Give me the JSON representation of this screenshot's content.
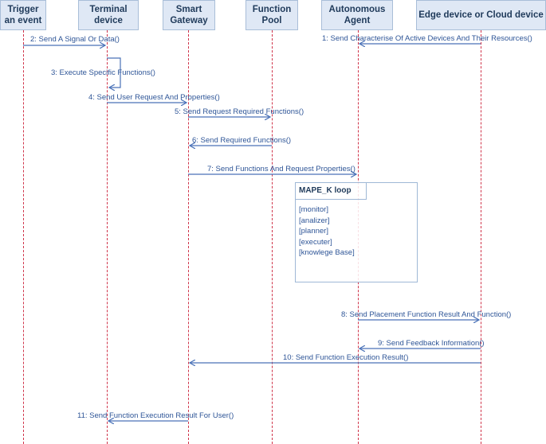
{
  "lifelines": [
    {
      "id": "trigger",
      "label": "Trigger\nan event"
    },
    {
      "id": "terminal",
      "label": "Terminal\ndevice"
    },
    {
      "id": "gateway",
      "label": "Smart\nGateway"
    },
    {
      "id": "pool",
      "label": "Function\nPool"
    },
    {
      "id": "agent",
      "label": "Autonomous\nAgent"
    },
    {
      "id": "edge",
      "label": "Edge device or Cloud device"
    }
  ],
  "messages": [
    {
      "id": "m1",
      "label": "1: Send Characterise Of Active Devices And Their Resources()"
    },
    {
      "id": "m2",
      "label": "2: Send A Signal Or Data()"
    },
    {
      "id": "m3",
      "label": "3: Execute Specific Functions()"
    },
    {
      "id": "m4",
      "label": "4: Send User Request And Properties()"
    },
    {
      "id": "m5",
      "label": "5: Send  Request Required Functions()"
    },
    {
      "id": "m6",
      "label": "6: Send Required Functions()"
    },
    {
      "id": "m7",
      "label": "7: Send Functions And Request Properties()"
    },
    {
      "id": "m8",
      "label": "8: Send Placement Function Result And Function()"
    },
    {
      "id": "m9",
      "label": "9: Send Feedback Information()"
    },
    {
      "id": "m10",
      "label": "10: Send Function Execution Result()"
    },
    {
      "id": "m11",
      "label": "11: Send Function Execution Result For User()"
    }
  ],
  "loop": {
    "title": "MAPE_K loop",
    "items": [
      "[monitor]",
      "[analizer]",
      "[planner]",
      "[executer]",
      "[knowlege Base]"
    ]
  },
  "colors": {
    "arrow": "#4a72b8",
    "lifeline": "#d0344a",
    "text": "#2e5597",
    "header_fill": "#dfe8f5"
  }
}
